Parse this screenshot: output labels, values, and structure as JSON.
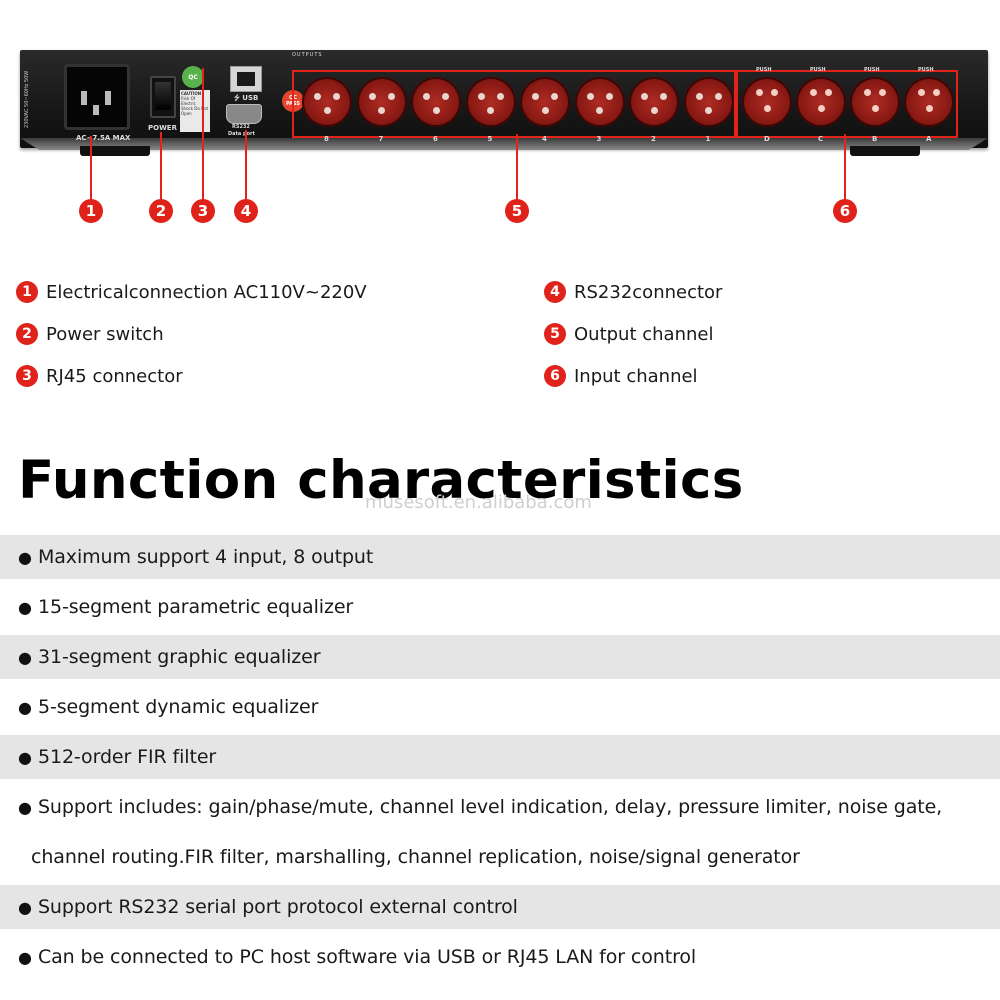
{
  "device": {
    "power_inlet_label": "AC~7.5A MAX",
    "power_label": "POWER",
    "rear_side_text": "230VAC 50~60Hz 50W",
    "qc_sticker": "QC",
    "caution_label": "CAUTION",
    "caution_text": "Risk Of Electric Shock Do Not Open",
    "usb_label": "USB",
    "rs232_label": "RS232",
    "data_port_label": "Data port",
    "qc_pass_label": "QC PASS",
    "outputs_tag": "OUTPUTS",
    "output_ports": [
      "8",
      "7",
      "6",
      "5",
      "4",
      "3",
      "2",
      "1"
    ],
    "input_ports": [
      "D",
      "C",
      "B",
      "A"
    ],
    "push_label": "PUSH",
    "accent_color": "#e0231a"
  },
  "markers": [
    "1",
    "2",
    "3",
    "4",
    "5",
    "6"
  ],
  "legend": {
    "left": [
      {
        "num": "1",
        "text": "Electricalconnection AC110V~220V"
      },
      {
        "num": "2",
        "text": "Power switch"
      },
      {
        "num": "3",
        "text": "RJ45 connector"
      }
    ],
    "right": [
      {
        "num": "4",
        "text": "RS232connector"
      },
      {
        "num": "5",
        "text": "Output channel"
      },
      {
        "num": "6",
        "text": "Input channel"
      }
    ]
  },
  "heading": "Function characteristics",
  "watermark": "musesoft.en.alibaba.com",
  "features": [
    "Maximum support 4 input, 8 output",
    "15-segment parametric equalizer",
    "31-segment graphic equalizer",
    "5-segment dynamic equalizer",
    "512-order FIR filter",
    "Support includes: gain/phase/mute, channel level indication, delay, pressure limiter, noise gate,",
    "channel routing.FIR filter, marshalling, channel replication, noise/signal generator",
    "Support RS232 serial port protocol external control",
    "Can be connected to PC host software via USB or RJ45 LAN for control"
  ],
  "bullet_symbol": "●"
}
